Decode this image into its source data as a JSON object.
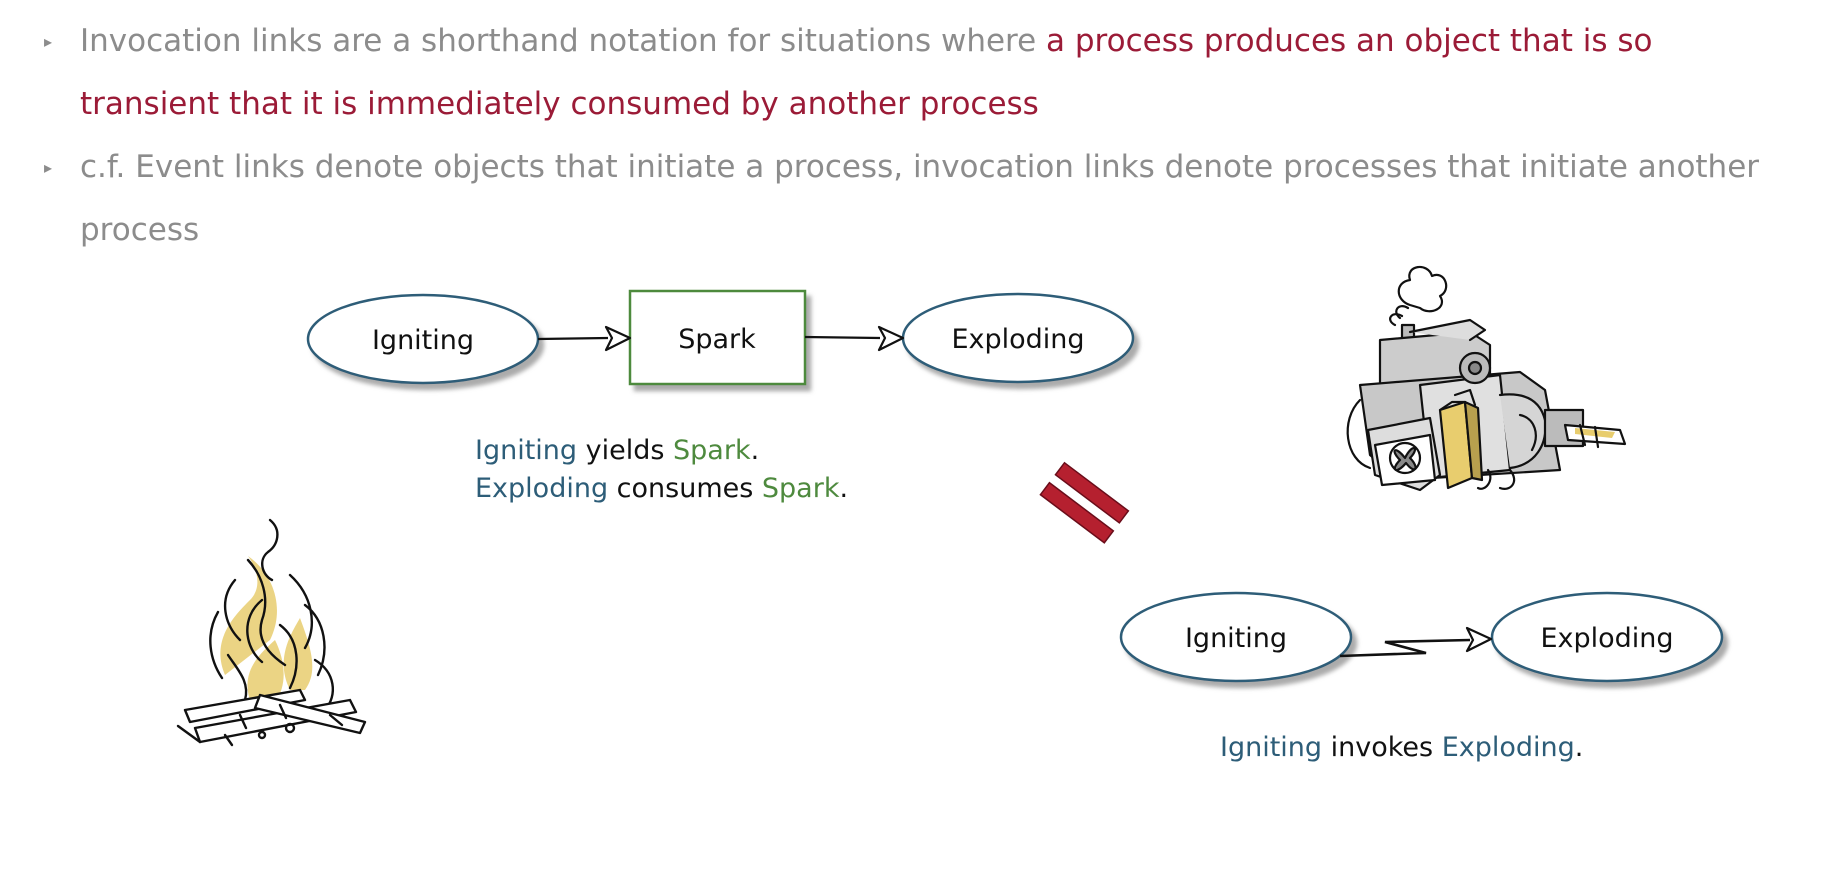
{
  "bullets": [
    {
      "text": "Invocation links are a shorthand notation for situations where ",
      "highlight": "a process produces an object that is so transient that it is immediately consumed by another process"
    },
    {
      "text": "c.f. Event links denote objects that initiate a process, invocation links denote processes that initiate another process"
    }
  ],
  "diagram_left": {
    "process_a": "Igniting",
    "object": "Spark",
    "process_b": "Exploding",
    "opl": [
      {
        "subject": "Igniting",
        "verb": " yields ",
        "target": "Spark",
        "end": "."
      },
      {
        "subject": "Exploding",
        "verb": " consumes ",
        "target": "Spark",
        "end": "."
      }
    ]
  },
  "diagram_right": {
    "process_a": "Igniting",
    "process_b": "Exploding",
    "opl": {
      "subject": "Igniting",
      "verb": " invokes ",
      "target": "Exploding",
      "end": "."
    }
  },
  "colors": {
    "process": "#2d5d78",
    "object": "#4e8a3e",
    "highlight": "#9b1b37",
    "equals": "#b5202f",
    "flame": "#e8cd6e"
  },
  "icons": [
    "campfire-illustration",
    "engine-illustration",
    "equals-sign"
  ]
}
